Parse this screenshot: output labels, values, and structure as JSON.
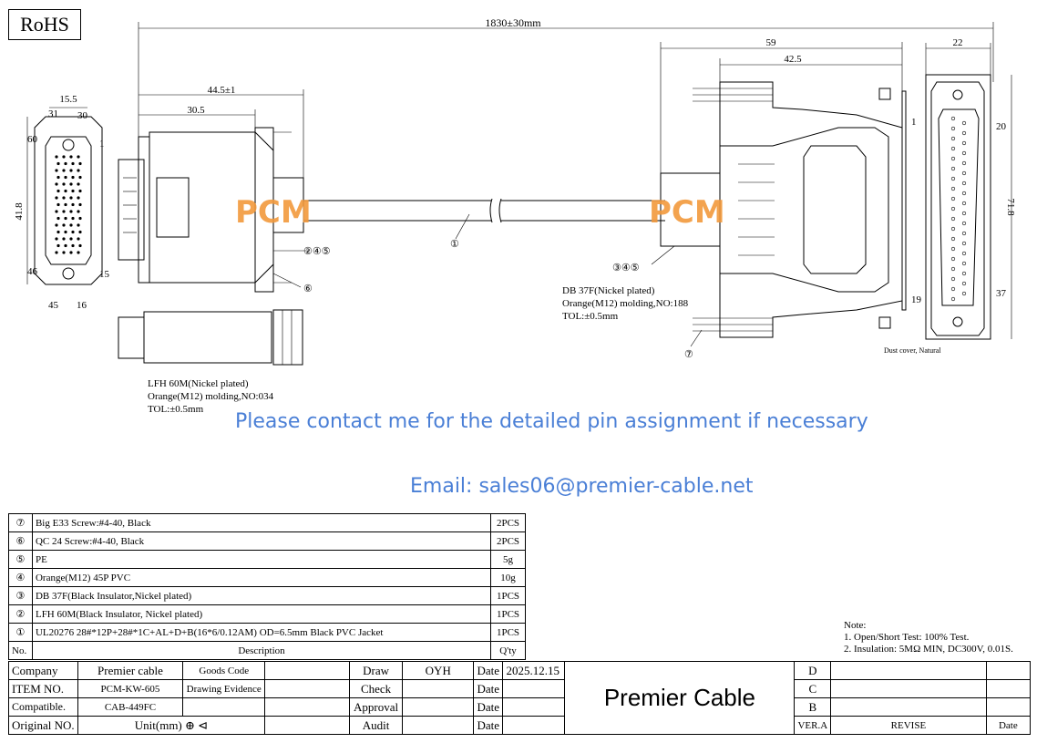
{
  "header": {
    "rohs": "RoHS",
    "overall_length": "1830±30mm"
  },
  "left_connector": {
    "front_width": "15.5",
    "front_height": "41.8",
    "pin_labels": [
      "31",
      "30",
      "60",
      "1",
      "46",
      "15",
      "45",
      "16"
    ],
    "dim_outer": "44.5±1",
    "dim_inner": "30.5",
    "callouts": [
      "②④⑤",
      "⑥"
    ],
    "notes": [
      "LFH 60M(Nickel plated)",
      "Orange(M12) molding,NO:034",
      "TOL:±0.5mm"
    ]
  },
  "cable": {
    "callout": "①"
  },
  "right_connector": {
    "dim_outer": "59",
    "dim_inner": "42.5",
    "front_width": "22",
    "front_height": "71.8",
    "pin_labels": [
      "1",
      "20",
      "19",
      "37"
    ],
    "callouts": [
      "③④⑤",
      "⑦"
    ],
    "notes": [
      "DB 37F(Nickel plated)",
      "Orange(M12) molding,NO:188",
      "TOL:±0.5mm"
    ],
    "dust_cover": "Dust cover, Natural"
  },
  "watermark": "PCM",
  "contact": {
    "message": "Please contact me for the detailed pin assignment if necessary",
    "email": "Email: sales06@premier-cable.net"
  },
  "bom": {
    "rows": [
      {
        "no": "⑦",
        "desc": "Big E33 Screw:#4-40, Black",
        "qty": "2PCS"
      },
      {
        "no": "⑥",
        "desc": "QC 24 Screw:#4-40, Black",
        "qty": "2PCS"
      },
      {
        "no": "⑤",
        "desc": "PE",
        "qty": "5g"
      },
      {
        "no": "④",
        "desc": "Orange(M12) 45P PVC",
        "qty": "10g"
      },
      {
        "no": "③",
        "desc": "DB 37F(Black Insulator,Nickel plated)",
        "qty": "1PCS"
      },
      {
        "no": "②",
        "desc": "LFH 60M(Black Insulator, Nickel plated)",
        "qty": "1PCS"
      },
      {
        "no": "①",
        "desc": "UL20276 28#*12P+28#*1C+AL+D+B(16*6/0.12AM) OD=6.5mm Black PVC Jacket",
        "qty": "1PCS"
      }
    ],
    "header": {
      "no": "No.",
      "desc": "Description",
      "qty": "Q'ty"
    }
  },
  "notes": {
    "title": "Note:",
    "lines": [
      "1. Open/Short Test: 100% Test.",
      "2. Insulation: 5MΩ MIN, DC300V, 0.01S."
    ]
  },
  "title_block": {
    "company_label": "Company",
    "company": "Premier cable",
    "goods_code_label": "Goods Code",
    "item_no_label": "ITEM NO.",
    "item_no": "PCM-KW-605",
    "drawing_evidence_label": "Drawing Evidence",
    "compatible_label": "Compatible.",
    "compatible": "CAB-449FC",
    "original_no_label": "Original NO.",
    "unit_label": "Unit(mm)",
    "draw_label": "Draw",
    "draw": "OYH",
    "date_label": "Date",
    "draw_date": "2025.12.15",
    "check_label": "Check",
    "approval_label": "Approval",
    "audit_label": "Audit",
    "company_big": "Premier Cable",
    "rev_d": "D",
    "rev_c": "C",
    "rev_b": "B",
    "ver_label": "VER.A",
    "revise_label": "REVISE",
    "rev_date_label": "Date"
  }
}
